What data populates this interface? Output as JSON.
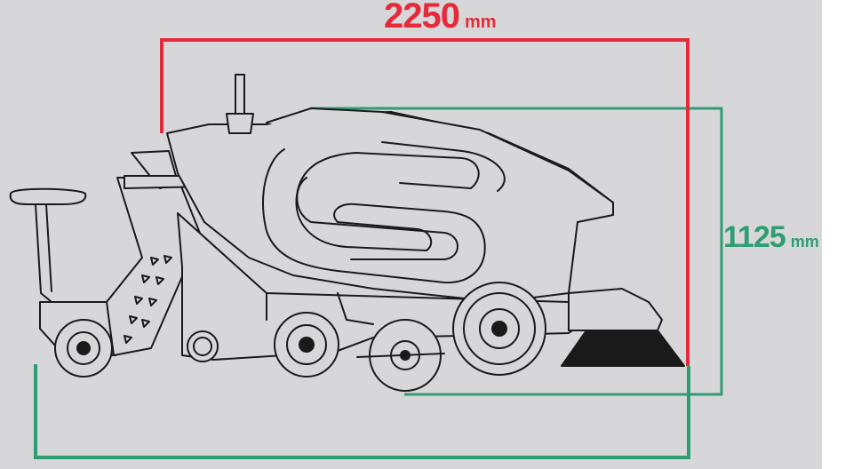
{
  "colors": {
    "background": "#d7d7d9",
    "length_dimension": "#e52a3a",
    "height_dimension": "#2e9e72",
    "machine_line": "#1a1a1a",
    "machine_fill": "#d7d7d9"
  },
  "dimensions": {
    "length": {
      "value": "2250",
      "unit": "mm"
    },
    "height": {
      "value": "1125",
      "unit": "mm"
    }
  }
}
